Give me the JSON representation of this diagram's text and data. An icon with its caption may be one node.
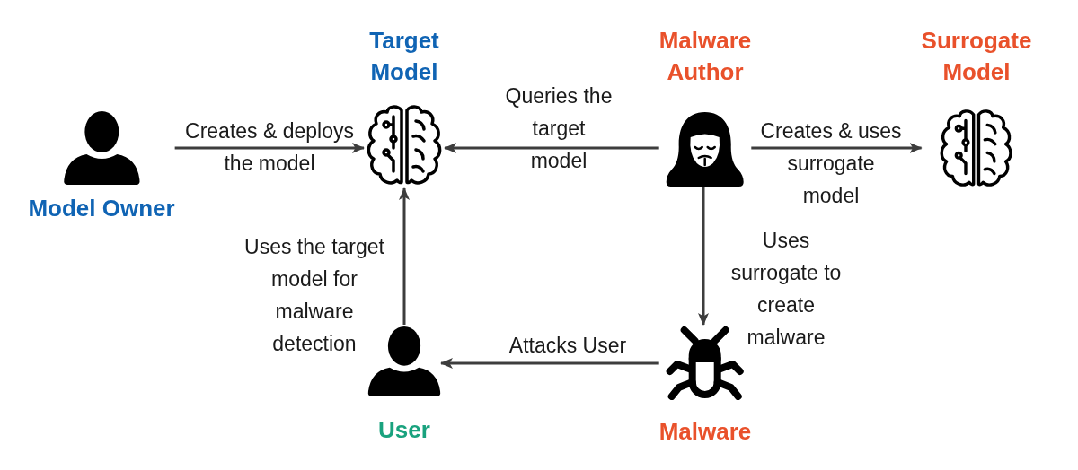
{
  "diagram": {
    "nodes": [
      {
        "text": [
          "Model Owner"
        ]
      },
      {
        "text": [
          "Target Model"
        ]
      },
      {
        "text": [
          "Malware Author"
        ]
      },
      {
        "text": [
          "Surrogate Model"
        ]
      },
      {
        "text": [
          "User"
        ]
      },
      {
        "text": [
          "Malware"
        ]
      }
    ],
    "edges": [
      {
        "from": 0,
        "to": 1,
        "arrow": "to",
        "label": "Creates & deploys the model"
      },
      {
        "from": 2,
        "to": 1,
        "arrow": "to",
        "label": "Queries the target model"
      },
      {
        "from": 2,
        "to": 3,
        "arrow": "to",
        "label": "Creates & uses surrogate model"
      },
      {
        "from": 2,
        "to": 5,
        "arrow": "to",
        "label": "Uses surrogate to create malware"
      },
      {
        "from": 5,
        "to": 4,
        "arrow": "to",
        "label": "Attacks User"
      },
      {
        "from": 4,
        "to": 1,
        "arrow": "to",
        "label": "Uses the target model for malware detection"
      }
    ]
  }
}
